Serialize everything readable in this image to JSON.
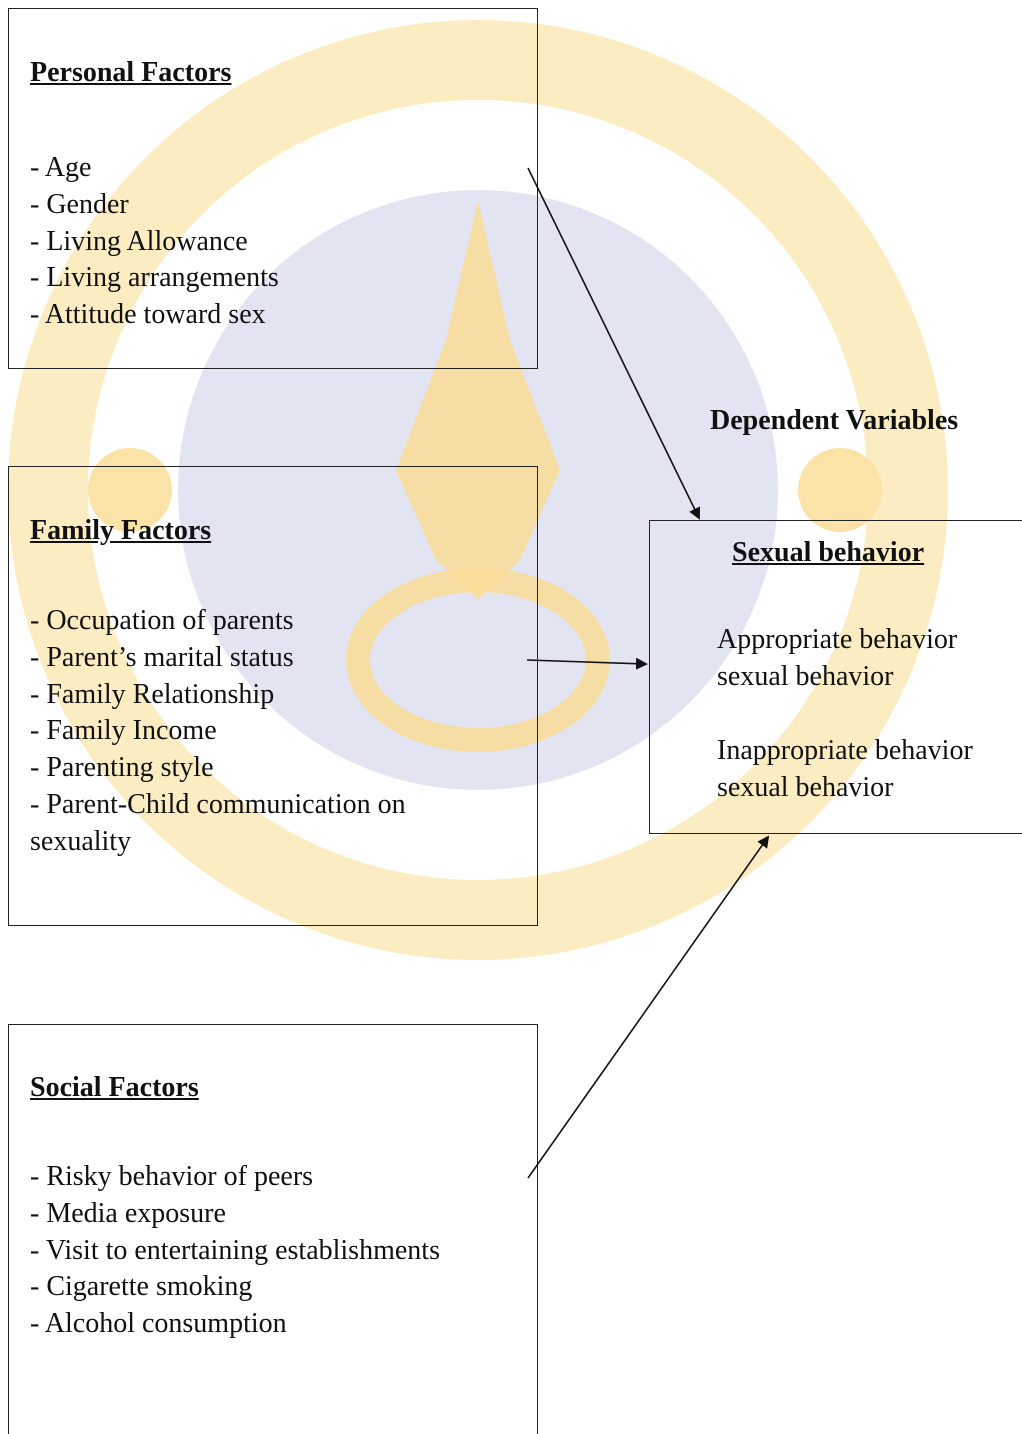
{
  "personal": {
    "title": "Personal Factors",
    "items": [
      "- Age",
      "- Gender",
      "- Living Allowance",
      "- Living arrangements",
      "- Attitude toward sex"
    ]
  },
  "family": {
    "title": "Family Factors",
    "items": [
      "- Occupation of parents",
      "- Parent’s marital status",
      "- Family Relationship",
      "- Family Income",
      "- Parenting style",
      "- Parent-Child communication on",
      "sexuality"
    ]
  },
  "social": {
    "title": "Social Factors",
    "items": [
      "- Risky behavior of peers",
      "- Media exposure",
      "- Visit to entertaining establishments",
      "- Cigarette smoking",
      "- Alcohol consumption"
    ]
  },
  "dependent": {
    "label": "Dependent Variables",
    "box_title": "Sexual behavior",
    "outcome1_line1": "Appropriate behavior",
    "outcome1_line2": "sexual behavior",
    "outcome2_line1": "Inappropriate behavior",
    "outcome2_line2": "sexual behavior"
  },
  "colors": {
    "watermark_gold": "#f5d27a",
    "watermark_blue": "#d9dcef",
    "line": "#111111"
  }
}
